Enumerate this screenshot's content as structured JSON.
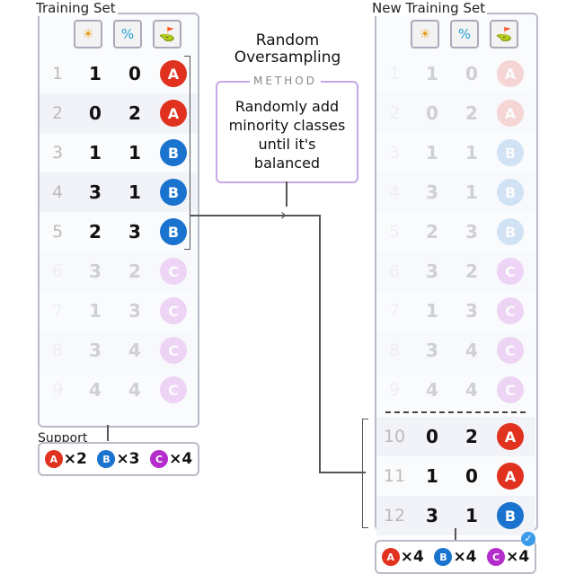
{
  "left": {
    "title": "Training Set",
    "headers": [
      {
        "icon": "sun-temperature-icon",
        "glyph": "☀"
      },
      {
        "icon": "humidity-drop-icon",
        "glyph": "%"
      },
      {
        "icon": "golf-flag-icon",
        "glyph": "⛳"
      }
    ],
    "rows": [
      {
        "i": "1",
        "a": "1",
        "b": "0",
        "c": "A"
      },
      {
        "i": "2",
        "a": "0",
        "b": "2",
        "c": "A"
      },
      {
        "i": "3",
        "a": "1",
        "b": "1",
        "c": "B"
      },
      {
        "i": "4",
        "a": "3",
        "b": "1",
        "c": "B"
      },
      {
        "i": "5",
        "a": "2",
        "b": "3",
        "c": "B"
      },
      {
        "i": "6",
        "a": "3",
        "b": "2",
        "c": "C",
        "faded": true
      },
      {
        "i": "7",
        "a": "1",
        "b": "3",
        "c": "C",
        "faded": true
      },
      {
        "i": "8",
        "a": "3",
        "b": "4",
        "c": "C",
        "faded": true
      },
      {
        "i": "9",
        "a": "4",
        "b": "4",
        "c": "C",
        "faded": true
      }
    ],
    "support_label": "Support",
    "support": [
      {
        "c": "A",
        "n": "×2"
      },
      {
        "c": "B",
        "n": "×3"
      },
      {
        "c": "C",
        "n": "×4"
      }
    ]
  },
  "method": {
    "title": "Random Oversampling",
    "label": "METHOD",
    "desc": "Randomly add minority classes until it's balanced"
  },
  "right": {
    "title": "New Training Set",
    "rows": [
      {
        "i": "1",
        "a": "1",
        "b": "0",
        "c": "A",
        "faded": true
      },
      {
        "i": "2",
        "a": "0",
        "b": "2",
        "c": "A",
        "faded": true
      },
      {
        "i": "3",
        "a": "1",
        "b": "1",
        "c": "B",
        "faded": true
      },
      {
        "i": "4",
        "a": "3",
        "b": "1",
        "c": "B",
        "faded": true
      },
      {
        "i": "5",
        "a": "2",
        "b": "3",
        "c": "B",
        "faded": true
      },
      {
        "i": "6",
        "a": "3",
        "b": "2",
        "c": "C",
        "faded": true
      },
      {
        "i": "7",
        "a": "1",
        "b": "3",
        "c": "C",
        "faded": true
      },
      {
        "i": "8",
        "a": "3",
        "b": "4",
        "c": "C",
        "faded": true
      },
      {
        "i": "9",
        "a": "4",
        "b": "4",
        "c": "C",
        "faded": true
      },
      {
        "i": "10",
        "a": "0",
        "b": "2",
        "c": "A"
      },
      {
        "i": "11",
        "a": "1",
        "b": "0",
        "c": "A"
      },
      {
        "i": "12",
        "a": "3",
        "b": "1",
        "c": "B"
      }
    ],
    "support": [
      {
        "c": "A",
        "n": "×4"
      },
      {
        "c": "B",
        "n": "×4"
      },
      {
        "c": "C",
        "n": "×4"
      }
    ]
  },
  "colors": {
    "A": "#e0321e",
    "B": "#1a73cf",
    "C": "#b52ccc"
  }
}
